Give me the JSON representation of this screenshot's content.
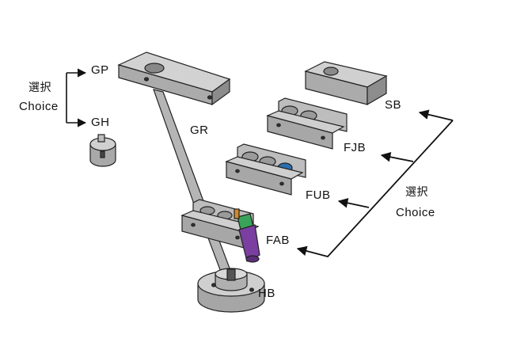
{
  "labels": {
    "gp": "GP",
    "gh": "GH",
    "gr": "GR",
    "sb": "SB",
    "fjb": "FJB",
    "fub": "FUB",
    "fab": "FAB",
    "hb": "HB"
  },
  "left_choice": {
    "jp": "選択",
    "en": "Choice"
  },
  "right_choice": {
    "jp": "選択",
    "en": "Choice"
  },
  "colors": {
    "part_top": "#cfcfcf",
    "part_side": "#a9a9a9",
    "part_dark": "#7d7d7d",
    "outline": "#222222",
    "arrow": "#111111",
    "accent_green": "#3aa35a",
    "accent_purple": "#7a3fa0",
    "accent_blue": "#2a6fb0",
    "accent_orange": "#d08a2a"
  }
}
